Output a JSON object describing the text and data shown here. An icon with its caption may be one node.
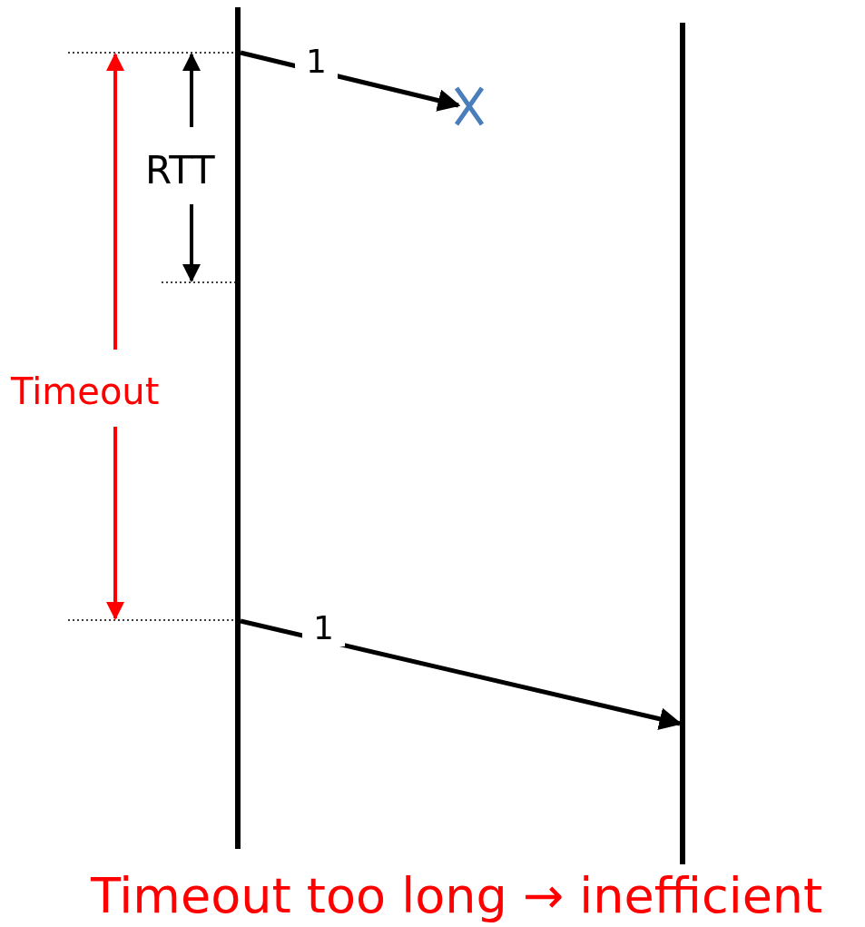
{
  "diagram": {
    "caption": "Timeout too long → inefficient",
    "nodes": [
      {
        "text": [],
        "shape": "bar"
      },
      {
        "text": [],
        "shape": "bar"
      },
      {
        "text": [],
        "shape": "cross"
      }
    ],
    "edges": [
      {
        "from": 0,
        "to": 2,
        "arrow": "to",
        "label": "1"
      },
      {
        "from": 0,
        "to": 1,
        "arrow": "to",
        "label": "1"
      }
    ],
    "labels": [
      "RTT",
      "Timeout"
    ]
  }
}
